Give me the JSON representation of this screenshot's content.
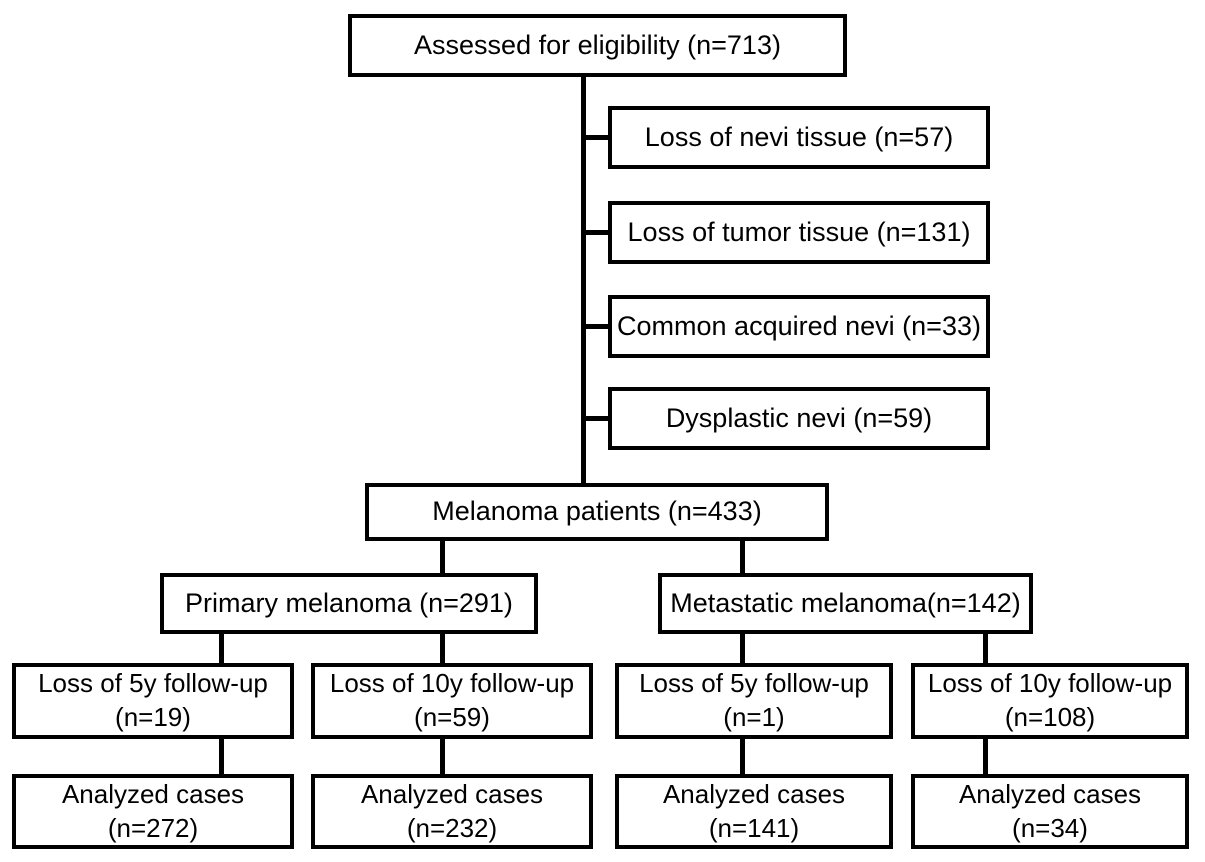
{
  "flowchart": {
    "assessed": "Assessed for eligibility (n=713)",
    "exclusions": [
      "Loss of nevi tissue (n=57)",
      "Loss of tumor tissue (n=131)",
      "Common acquired nevi (n=33)",
      "Dysplastic nevi (n=59)"
    ],
    "melanoma": "Melanoma patients (n=433)",
    "primary": "Primary melanoma (n=291)",
    "metastatic": "Metastatic melanoma(n=142)",
    "followup_loss": [
      {
        "line1": "Loss of 5y follow-up",
        "line2": "(n=19)"
      },
      {
        "line1": "Loss of 10y follow-up",
        "line2": "(n=59)"
      },
      {
        "line1": "Loss of 5y follow-up",
        "line2": "(n=1)"
      },
      {
        "line1": "Loss of 10y follow-up",
        "line2": "(n=108)"
      }
    ],
    "analyzed": [
      {
        "line1": "Analyzed cases",
        "line2": "(n=272)"
      },
      {
        "line1": "Analyzed cases",
        "line2": "(n=232)"
      },
      {
        "line1": "Analyzed cases",
        "line2": "(n=141)"
      },
      {
        "line1": "Analyzed cases",
        "line2": "(n=34)"
      }
    ],
    "colors": {
      "line": "#000000",
      "text": "#000000",
      "background": "#ffffff"
    }
  }
}
